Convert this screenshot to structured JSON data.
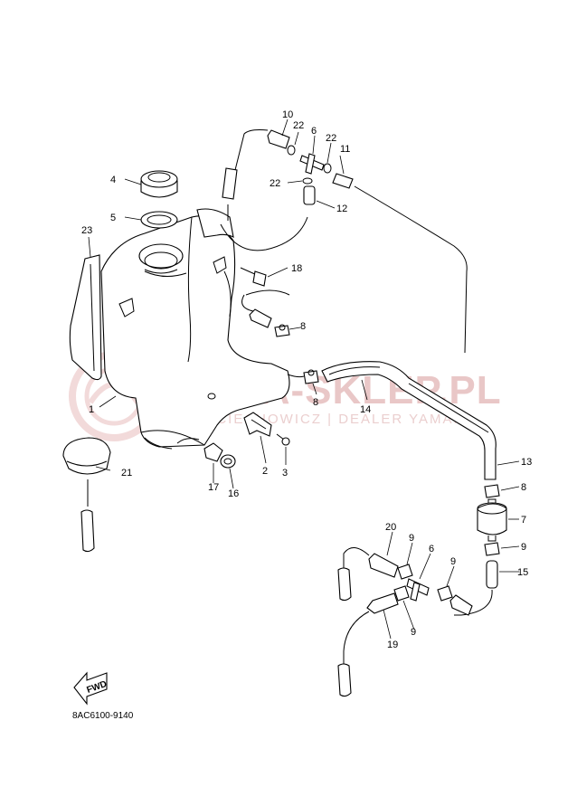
{
  "watermark": {
    "title": "YAMA-SKLEP.PL",
    "subtitle": "WOJCIECHOWICZ | DEALER YAMAHA"
  },
  "diagram_code": "8AC6100-9140",
  "fwd_label": "FWD",
  "callouts": {
    "c1": "1",
    "c2": "2",
    "c3": "3",
    "c4": "4",
    "c5": "5",
    "c6a": "6",
    "c6b": "6",
    "c7": "7",
    "c8a": "8",
    "c8b": "8",
    "c8c": "8",
    "c9a": "9",
    "c9b": "9",
    "c9c": "9",
    "c9d": "9",
    "c10": "10",
    "c11": "11",
    "c12": "12",
    "c13": "13",
    "c14": "14",
    "c15": "15",
    "c16": "16",
    "c17": "17",
    "c18": "18",
    "c19": "19",
    "c20": "20",
    "c21": "21",
    "c22a": "22",
    "c22b": "22",
    "c22c": "22",
    "c23": "23"
  }
}
